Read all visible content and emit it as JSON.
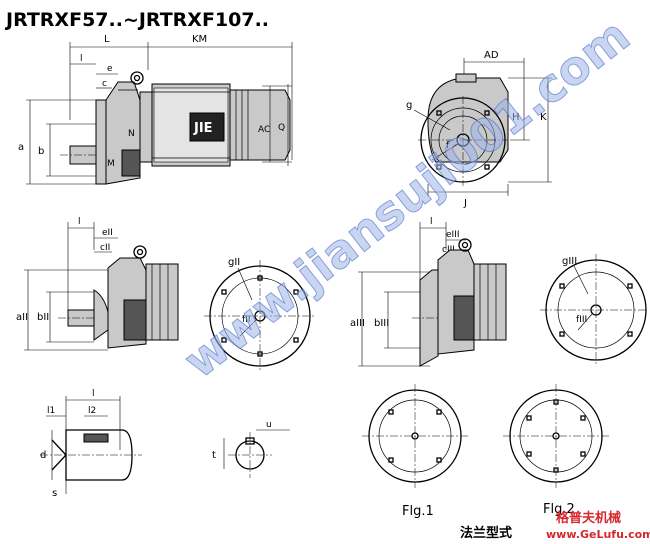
{
  "title": "JRTRXF57..~JRTRXF107..",
  "motor_badge": "JIE",
  "watermark": "www.jiansuji001.com",
  "dimension_labels": {
    "top": {
      "L": "L",
      "KM": "KM",
      "l": "l",
      "e": "e",
      "c": "c",
      "a": "a",
      "b": "b",
      "N": "N",
      "M": "M",
      "AC": "AC",
      "Q": "Q",
      "AD": "AD",
      "H": "H",
      "K": "K",
      "g": "g",
      "f": "f",
      "J": "J"
    },
    "middle": {
      "l": "l",
      "eII": "eII",
      "cII": "cII",
      "aII": "aII",
      "bII": "bII",
      "gII": "gII",
      "fII": "fII",
      "l3": "l",
      "eIII": "eIII",
      "cIII": "cIII",
      "aIII": "aIII",
      "bIII": "bIII",
      "gIII": "gIII",
      "fIII": "fIII"
    },
    "shaft": {
      "l": "l",
      "l1": "l1",
      "l2": "l2",
      "d": "d",
      "s": "s",
      "t": "t",
      "u": "u"
    }
  },
  "figure_labels": {
    "fig1": "Flg.1",
    "fig2": "Flg.2"
  },
  "caption": "法兰型式",
  "brand": {
    "name": "格普夫机械",
    "url": "www.GeLufu.com"
  }
}
